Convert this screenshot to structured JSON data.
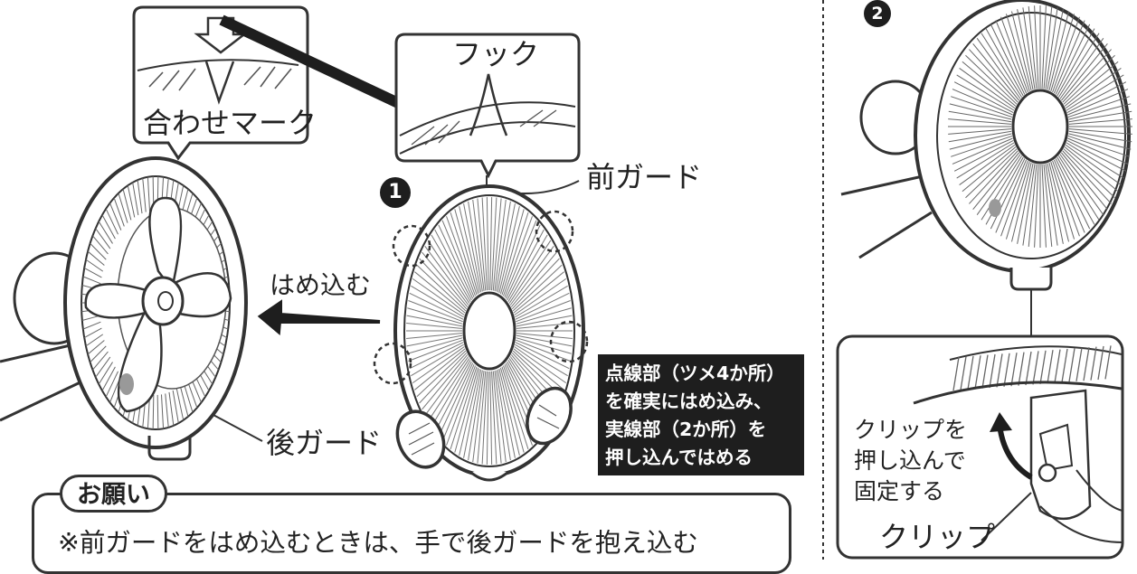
{
  "labels": {
    "hook": "フック",
    "alignment_mark": "合わせマーク",
    "front_guard": "前ガード",
    "push_in": "はめ込む",
    "rear_guard": "後ガード",
    "clip_instruction": [
      "クリップを",
      "押し込んで",
      "固定する"
    ],
    "clip": "クリップ"
  },
  "steps": {
    "step1": "1",
    "step2": "2"
  },
  "instruction_box": {
    "lines": [
      "点線部（ツメ4か所）",
      "を確実にはめ込み、",
      "実線部（2か所）を",
      "押し込んではめる"
    ]
  },
  "note": {
    "title": "お願い",
    "text": "※前ガードをはめ込むときは、手で後ガードを抱え込む"
  },
  "colors": {
    "ink": "#222222",
    "dark_box": "#1e1e1e",
    "background": "#ffffff"
  }
}
